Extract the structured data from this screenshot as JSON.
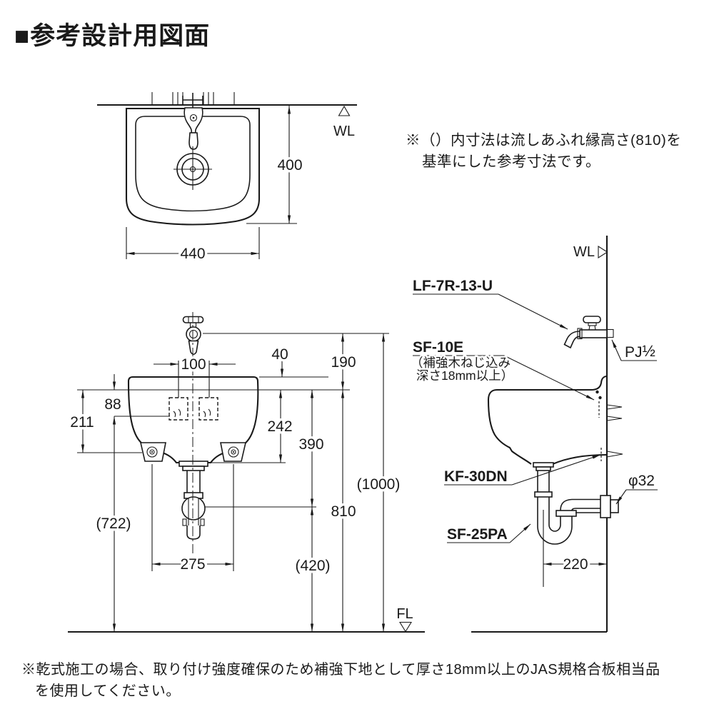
{
  "title": "■参考設計用図面",
  "notes": {
    "right_line1": "※（）内寸法は流しあふれ縁高さ(810)を",
    "right_line2": "基準にした参考寸法です。",
    "bottom_line1": "※乾式施工の場合、取り付け強度確保のため補強下地として厚さ18mm以上のJAS規格合板相当品",
    "bottom_line2": "を使用してください。"
  },
  "plan": {
    "dim_width": "440",
    "dim_depth": "400",
    "wall_level": "WL"
  },
  "front": {
    "dim_hole_pitch": "100",
    "dim_top_to_rim": "40",
    "dim_spout_to_rim": "190",
    "dim_rim_to_screw": "88",
    "dim_rim_to_bracket": "211",
    "dim_rim_to_flange": "242",
    "dim_rim_to_trap": "390",
    "dim_rim_height": "810",
    "dim_spout_height": "(1000)",
    "dim_screw_to_floor": "(722)",
    "dim_bolt_pitch": "275",
    "dim_trap_height": "(420)",
    "floor_level": "FL"
  },
  "side": {
    "wall_level": "WL",
    "faucet_model": "LF-7R-13-U",
    "hanger_model": "SF-10E",
    "hanger_note_line1": "（補強木ねじ込み",
    "hanger_note_line2": "深さ18mm以上）",
    "drain_model": "KF-30DN",
    "trap_model": "SF-25PA",
    "joint_label": "PJ",
    "joint_size": "½",
    "dim_outlet_dia": "φ32",
    "dim_trap_offset": "220"
  },
  "colors": {
    "ink": "#1a1a1a",
    "background": "#ffffff"
  }
}
